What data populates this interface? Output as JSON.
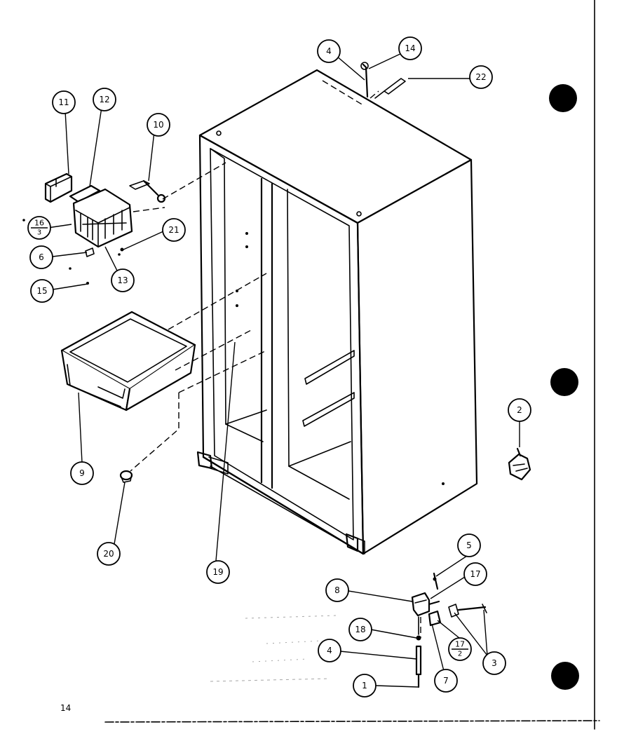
{
  "page_number": "14",
  "callouts": [
    {
      "label": "4"
    },
    {
      "label": "14"
    },
    {
      "label": "22"
    },
    {
      "label": "11"
    },
    {
      "label": "12"
    },
    {
      "label": "10"
    },
    {
      "label": "16"
    },
    {
      "label": "21"
    },
    {
      "label": "6"
    },
    {
      "label": "13"
    },
    {
      "label": "15"
    },
    {
      "label": "9"
    },
    {
      "label": "20"
    },
    {
      "label": "19"
    },
    {
      "label": "2"
    },
    {
      "label": "5"
    },
    {
      "label": "17"
    },
    {
      "label": "8"
    },
    {
      "label": "18"
    },
    {
      "label": "4"
    },
    {
      "label": "1"
    },
    {
      "label": "7"
    },
    {
      "label": "3"
    }
  ],
  "fraction_16_3": {
    "top": "16",
    "bottom": "3"
  },
  "fraction_17_2": {
    "top": "17",
    "bottom": "2"
  }
}
